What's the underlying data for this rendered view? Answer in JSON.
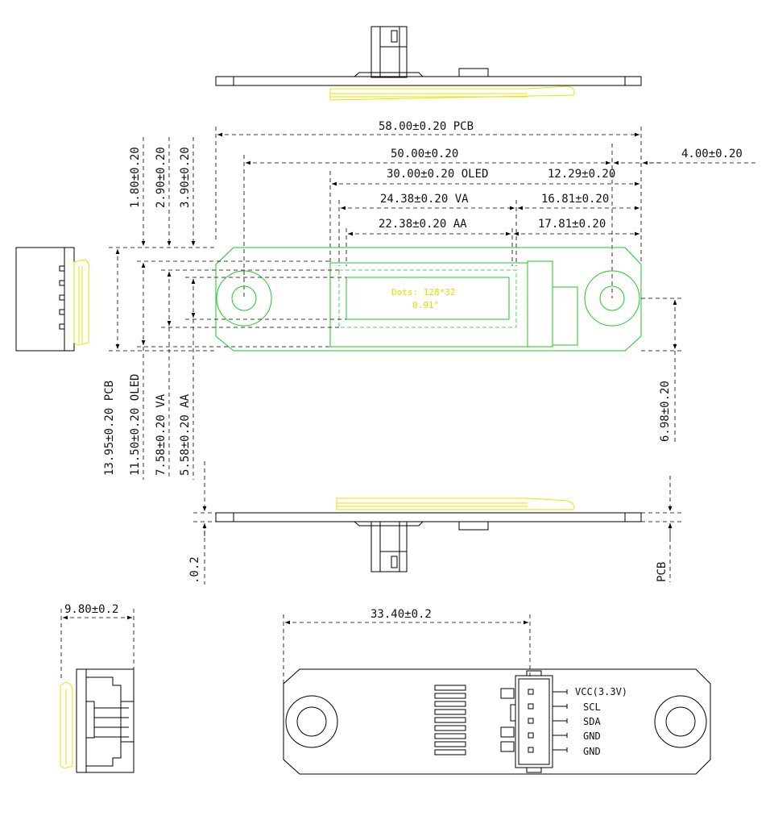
{
  "dimensions": {
    "pcb_width": "58.00±0.20 PCB",
    "hole_spacing": "50.00±0.20",
    "hole_to_edge": "4.00±0.20",
    "oled_width": "30.00±0.20 OLED",
    "oled_offset": "12.29±0.20",
    "va_width": "24.38±0.20 VA",
    "va_offset": "16.81±0.20",
    "aa_width": "22.38±0.20 AA",
    "aa_offset": "17.81±0.20",
    "v_offset_1": "1.80±0.20",
    "v_offset_2": "2.90±0.20",
    "v_offset_3": "3.90±0.20",
    "pcb_height": "13.95±0.20 PCB",
    "oled_height": "11.50±0.20 OLED",
    "va_height": "7.58±0.20 VA",
    "aa_height": "5.58±0.20 AA",
    "hole_vertical": "6.98±0.20",
    "thickness_left": ".0.2",
    "thickness_right": "PCB",
    "side_width": "9.80±0.2",
    "connector_offset": "33.40±0.2"
  },
  "oled_label": {
    "dots": "Dots: 128*32",
    "size": "0.91\""
  },
  "pins": [
    "VCC(3.3V)",
    "SCL",
    "SDA",
    "GND",
    "GND"
  ]
}
